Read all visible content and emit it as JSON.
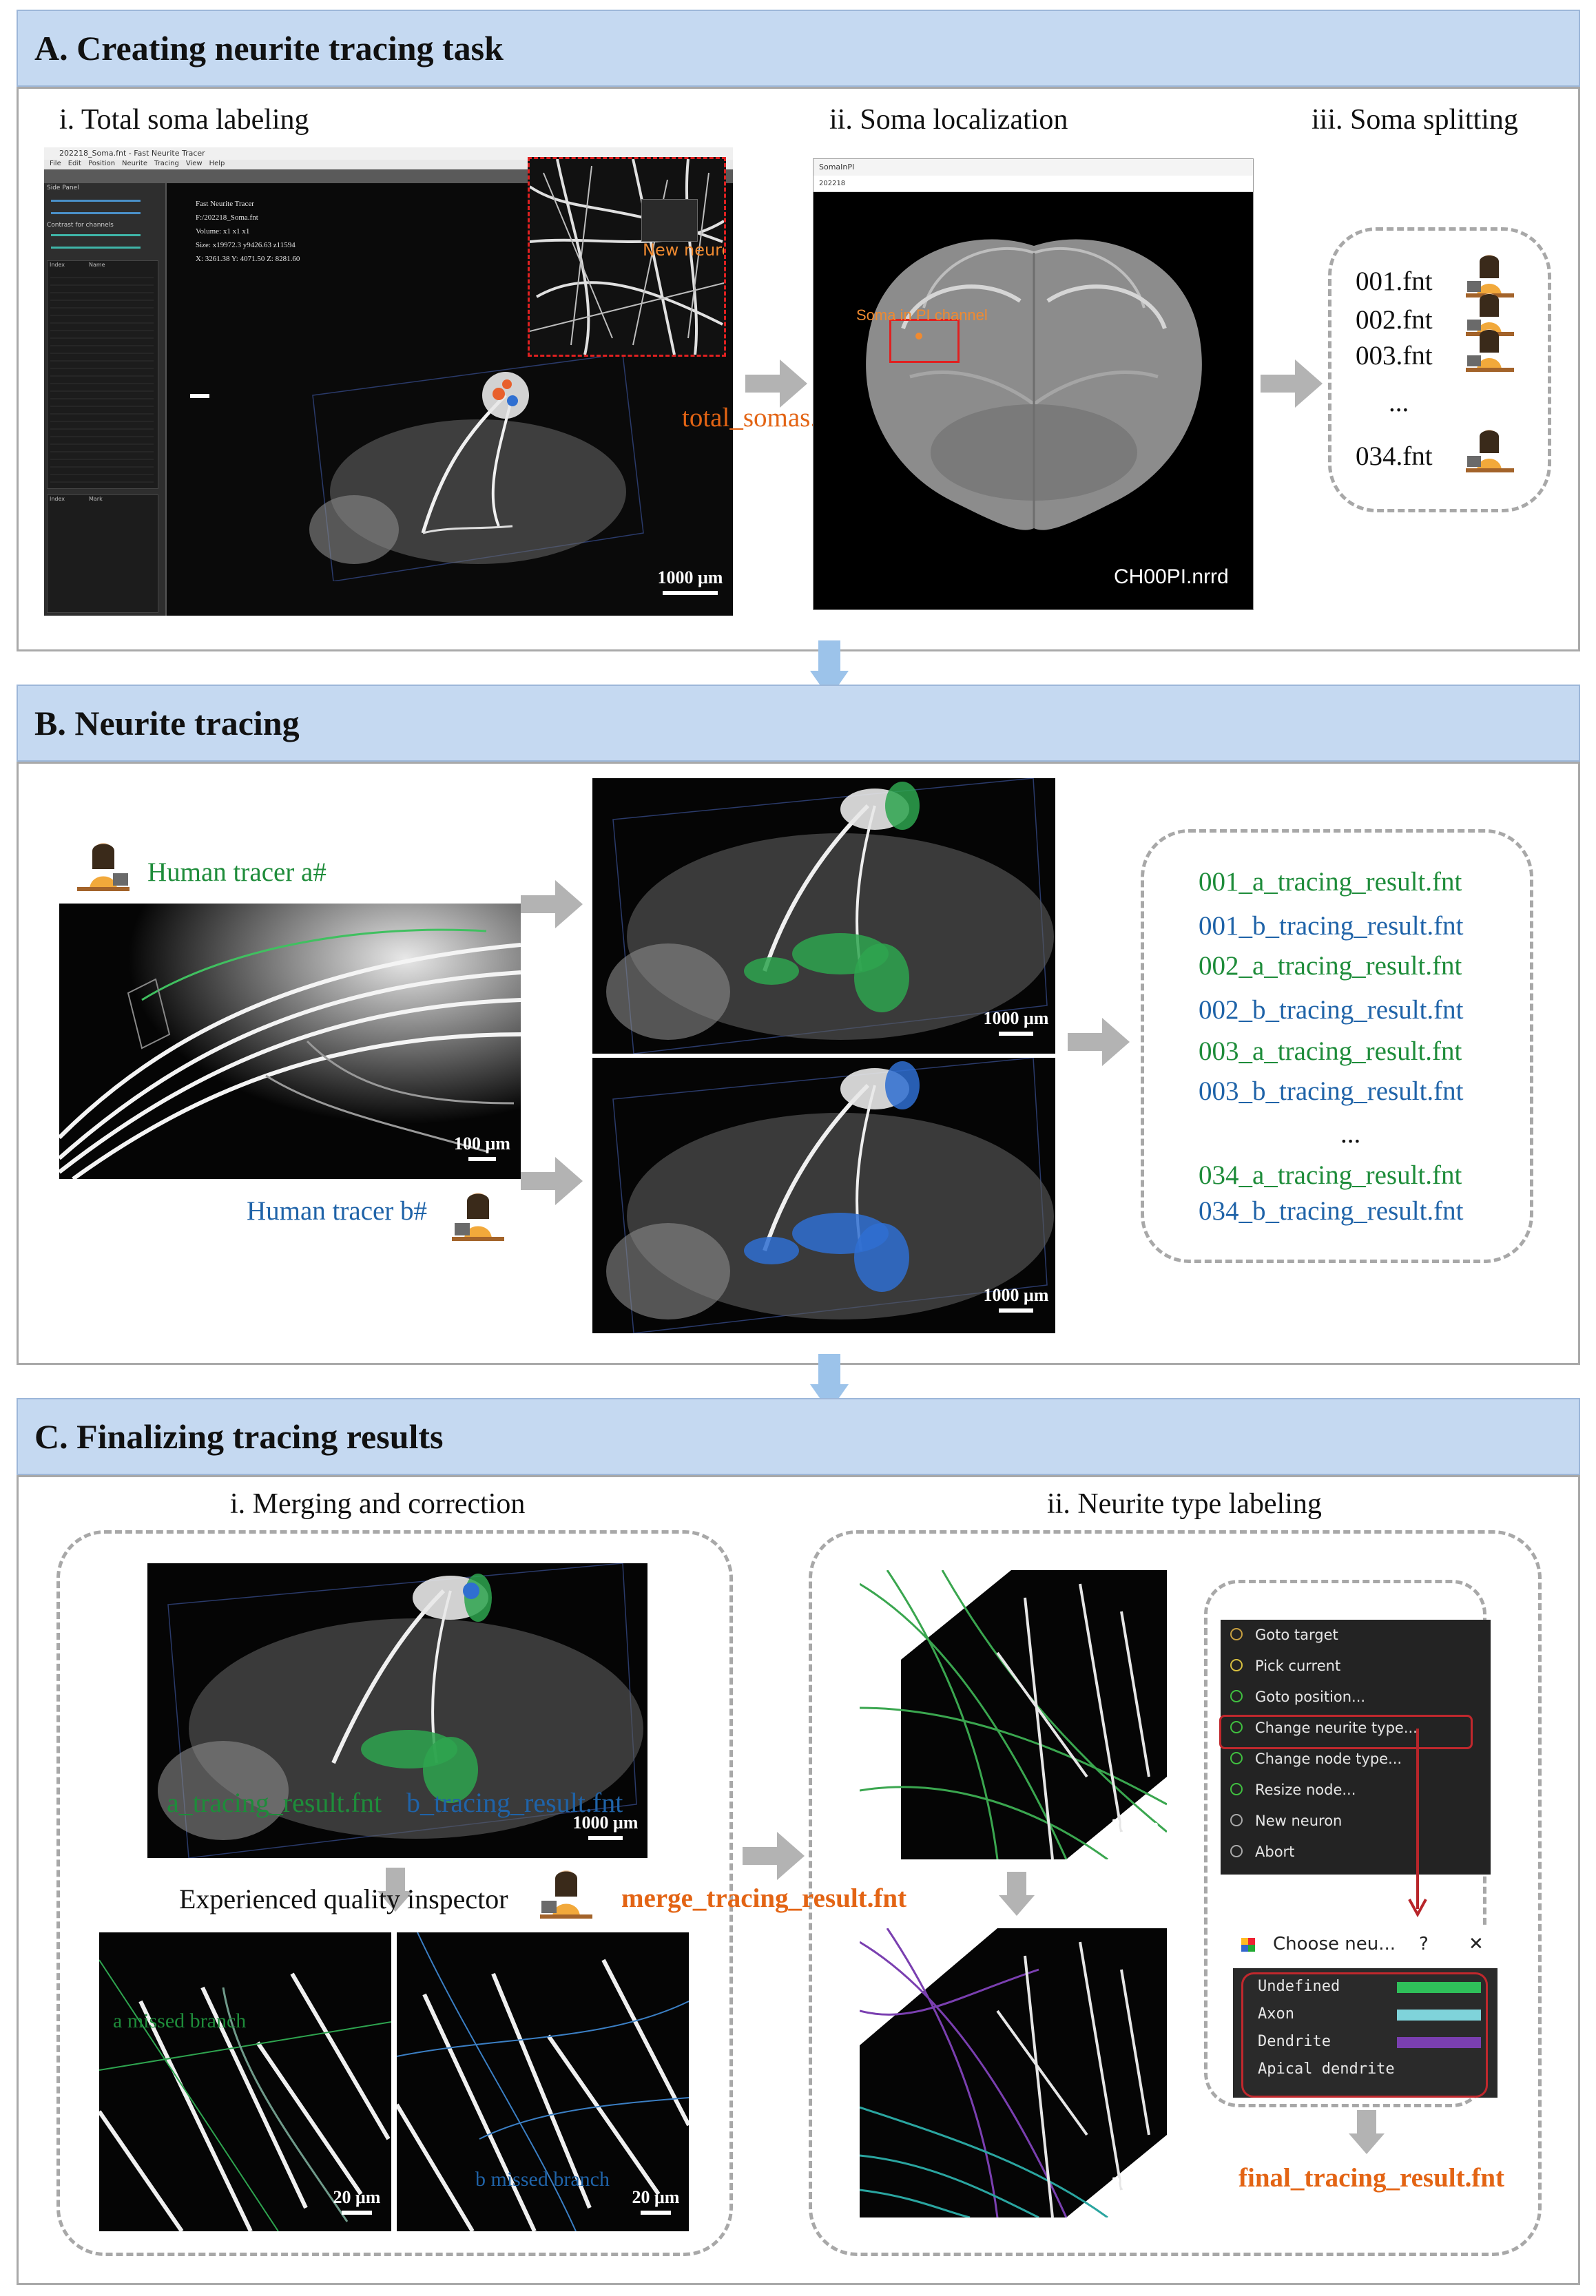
{
  "sections": {
    "a": {
      "title": "A. Creating neurite tracing task",
      "sub1": "i. Total soma labeling",
      "sub2": "ii. Soma localization",
      "sub3": "iii. Soma splitting"
    },
    "b": {
      "title": "B. Neurite tracing"
    },
    "c": {
      "title": "C. Finalizing tracing results",
      "sub1": "i. Merging and correction",
      "sub2": "ii. Neurite type labeling"
    }
  },
  "panelA": {
    "window_title": "202218_Soma.fnt - Fast Neurite Tracer",
    "menu": [
      "File",
      "Edit",
      "Position",
      "Neurite",
      "Tracing",
      "View",
      "Help"
    ],
    "side_label": "Side Panel",
    "channels_label": "Contrast for channels",
    "list_header": [
      "Index",
      "Name"
    ],
    "list_footer": [
      "Index",
      "Mark"
    ],
    "info_lines": [
      "Fast Neurite Tracer",
      "F:/202218_Soma.fnt",
      "Volume: x1 x1 x1",
      "Size: x19972.3 y9426.63 z11594",
      "X: 3261.38 Y: 4071.50 Z: 8281.60"
    ],
    "new_neuron_label": "New neuron",
    "scale": "1000 μm",
    "output_file": "total_somas.fnt",
    "soma_window_title": "SomaInPI",
    "soma_window_sub": "202218",
    "soma_label": "Soma in PI channel",
    "nrrd_label": "CH00PI.nrrd",
    "split_files": [
      "001.fnt",
      "002.fnt",
      "003.fnt",
      "...",
      "034.fnt"
    ]
  },
  "panelB": {
    "tracer_a": "Human tracer a#",
    "tracer_b": "Human tracer b#",
    "scale_small": "100 μm",
    "scale_large": "1000 μm",
    "results": [
      {
        "text": "001_a_tracing_result.fnt",
        "color": "#1e8c3a"
      },
      {
        "text": "001_b_tracing_result.fnt",
        "color": "#1f63a8"
      },
      {
        "text": "002_a_tracing_result.fnt",
        "color": "#1e8c3a"
      },
      {
        "text": "002_b_tracing_result.fnt",
        "color": "#1f63a8"
      },
      {
        "text": "003_a_tracing_result.fnt",
        "color": "#1e8c3a"
      },
      {
        "text": "003_b_tracing_result.fnt",
        "color": "#1f63a8"
      },
      {
        "text": "...",
        "color": "#111111"
      },
      {
        "text": "034_a_tracing_result.fnt",
        "color": "#1e8c3a"
      },
      {
        "text": "034_b_tracing_result.fnt",
        "color": "#1f63a8"
      }
    ]
  },
  "panelC": {
    "a_result": "a_tracing_result.fnt",
    "b_result": "b_tracing_result.fnt",
    "scale_large": "1000 μm",
    "inspector": "Experienced quality inspector",
    "merge_file": "merge_tracing_result.fnt",
    "a_missed": "a missed branch",
    "b_missed": "b missed branch",
    "scale_small": "20 μm",
    "menu_items": [
      "Goto target",
      "Pick current",
      "Goto position...",
      "Change neurite type...",
      "Change node type...",
      "Resize node...",
      "New neuron",
      "Abort"
    ],
    "dialog_title": "Choose neu...",
    "dialog_help": "?",
    "dialog_close": "✕",
    "neurite_types": [
      {
        "name": "Undefined",
        "color": "#2fbf5a"
      },
      {
        "name": "Axon",
        "color": "#7fd3da"
      },
      {
        "name": "Dendrite",
        "color": "#7a3fb0"
      },
      {
        "name": "Apical dendrite",
        "color": "#1a1a1a"
      }
    ],
    "final_file": "final_tracing_result.fnt"
  },
  "colors": {
    "header_bg": "#c5d9f1",
    "green": "#1e8c3a",
    "blue": "#1f63a8",
    "orange": "#e36414",
    "arrow_gray": "#b3b3b3",
    "down_arrow_blue": "#9cc3ea",
    "highlight_red": "#c0282d"
  }
}
